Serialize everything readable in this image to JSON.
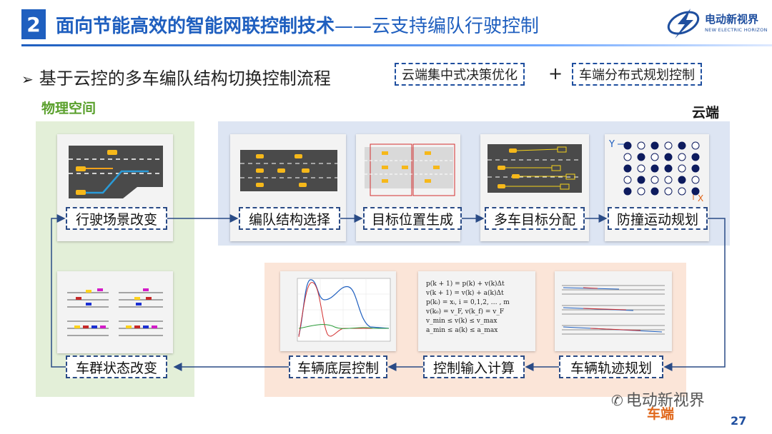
{
  "header": {
    "section_number": "2",
    "title_main": "面向节能高效的智能网联控制技术",
    "title_sub": "——云支持编队行驶控制",
    "logo_cn": "电动新视界",
    "logo_en": "NEW ELECTRIC HORIZON"
  },
  "heading": {
    "bullet": "➢",
    "text": "基于云控的多车编队结构切换控制流程",
    "tag_left": "云端集中式决策优化",
    "plus": "+",
    "tag_right": "车端分布式规划控制"
  },
  "regions": {
    "physical": "物理空间",
    "cloud": "云端",
    "vehicle": "车端"
  },
  "flow_boxes": {
    "scene_change": "行驶场景改变",
    "formation_select": "编队结构选择",
    "target_gen": "目标位置生成",
    "target_assign": "多车目标分配",
    "collision_plan": "防撞运动规划",
    "traj_plan": "车辆轨迹规划",
    "input_calc": "控制输入计算",
    "low_control": "车辆底层控制",
    "group_change": "车群状态改变"
  },
  "formulas": [
    "p(k + 1) = p(k) + v(k)Δt",
    "v(k + 1) = v(k) + a(k)Δt",
    "p(kᵢ) = xᵢ,      i = 0,1,2, … , m",
    "v(k₀) = v_F, v(k_f) = v_F",
    "v_min ≤ v(k) ≤ v_max",
    "a_min ≤ a(k) ≤ a_max"
  ],
  "grid_axes": {
    "y": "Y",
    "x": "X"
  },
  "footer": {
    "wechat": "电动新视界",
    "page": "27"
  },
  "colors": {
    "primary_blue": "#1f5fbf",
    "physical_bg": "#e3efd8",
    "cloud_bg": "#dde5f3",
    "vehicle_bg": "#fbe5d8",
    "green_label": "#5aa02c",
    "orange_label": "#e0671a"
  }
}
